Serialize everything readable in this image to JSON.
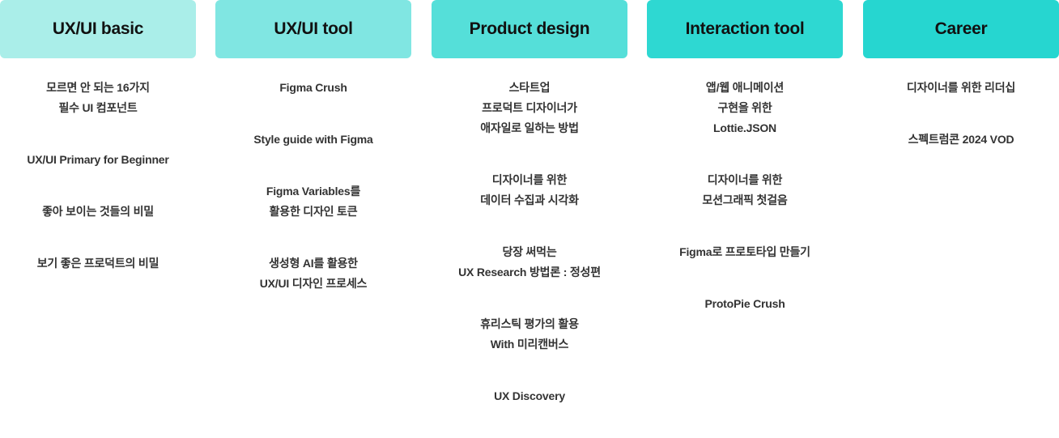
{
  "columns": [
    {
      "title": "UX/UI basic",
      "color": "#aaeee9",
      "items": [
        "모르면 안 되는 16가지\n필수 UI 컴포넌트",
        "UX/UI Primary for Beginner",
        "좋아 보이는 것들의 비밀",
        "보기 좋은 프로덕트의 비밀"
      ]
    },
    {
      "title": "UX/UI tool",
      "color": "#80e6e2",
      "items": [
        "Figma Crush",
        "Style guide with Figma",
        "Figma Variables를\n활용한 디자인 토큰",
        "생성형 AI를 활용한\nUX/UI 디자인 프로세스"
      ]
    },
    {
      "title": "Product design",
      "color": "#55dfd9",
      "items": [
        "스타트업\n프로덕트 디자이너가\n애자일로 일하는 방법",
        "디자이너를 위한\n데이터 수집과 시각화",
        "당장 써먹는\nUX Research 방법론 : 정성편",
        "휴리스틱 평가의 활용\nWith 미리캔버스",
        "UX Discovery"
      ]
    },
    {
      "title": "Interaction tool",
      "color": "#2ed8d2",
      "items": [
        "앱/웹 애니메이션\n구현을 위한\nLottie.JSON",
        "디자이너를 위한\n모션그래픽 첫걸음",
        "Figma로 프로토타입 만들기",
        "ProtoPie Crush"
      ]
    },
    {
      "title": "Career",
      "color": "#26d6d0",
      "items": [
        "디자이너를 위한 리더십",
        "스펙트럼콘 2024 VOD"
      ]
    }
  ]
}
